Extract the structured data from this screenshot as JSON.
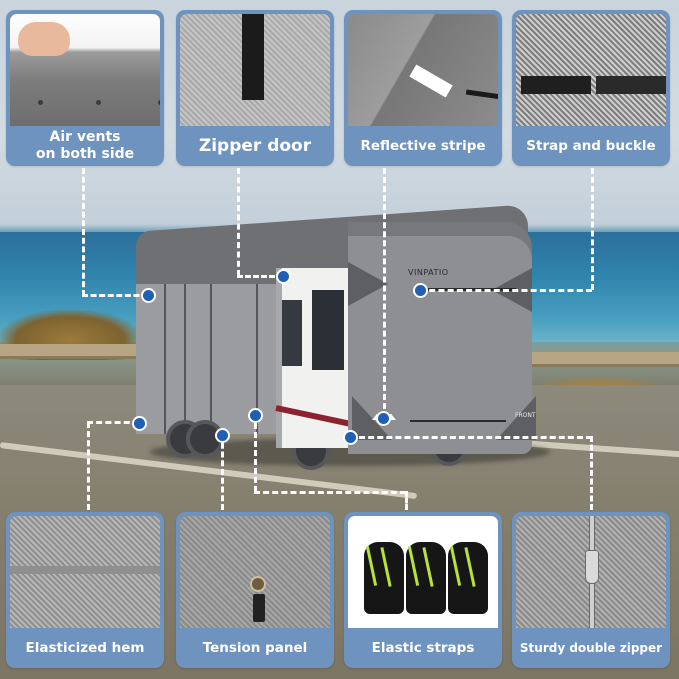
{
  "brand": "VINPATIO",
  "front_tag": "FRONT",
  "colors": {
    "card_bg": "#6f93bf",
    "label_text": "#ffffff",
    "connector_line": "#ffffff",
    "marker_dot": "#1f5fb4"
  },
  "features_top": [
    {
      "id": "air-vents",
      "label": "Air vents\non both side",
      "line1": "Air vents",
      "line2": "on both side"
    },
    {
      "id": "zipper-door",
      "label": "Zipper door"
    },
    {
      "id": "reflective-stripe",
      "label": "Reflective stripe"
    },
    {
      "id": "strap-and-buckle",
      "label": "Strap and buckle"
    }
  ],
  "features_bottom": [
    {
      "id": "elasticized-hem",
      "label": "Elasticized hem"
    },
    {
      "id": "tension-panel",
      "label": "Tension panel"
    },
    {
      "id": "elastic-straps",
      "label": "Elastic straps"
    },
    {
      "id": "sturdy-double-zipper",
      "label": "Sturdy double zipper"
    }
  ]
}
